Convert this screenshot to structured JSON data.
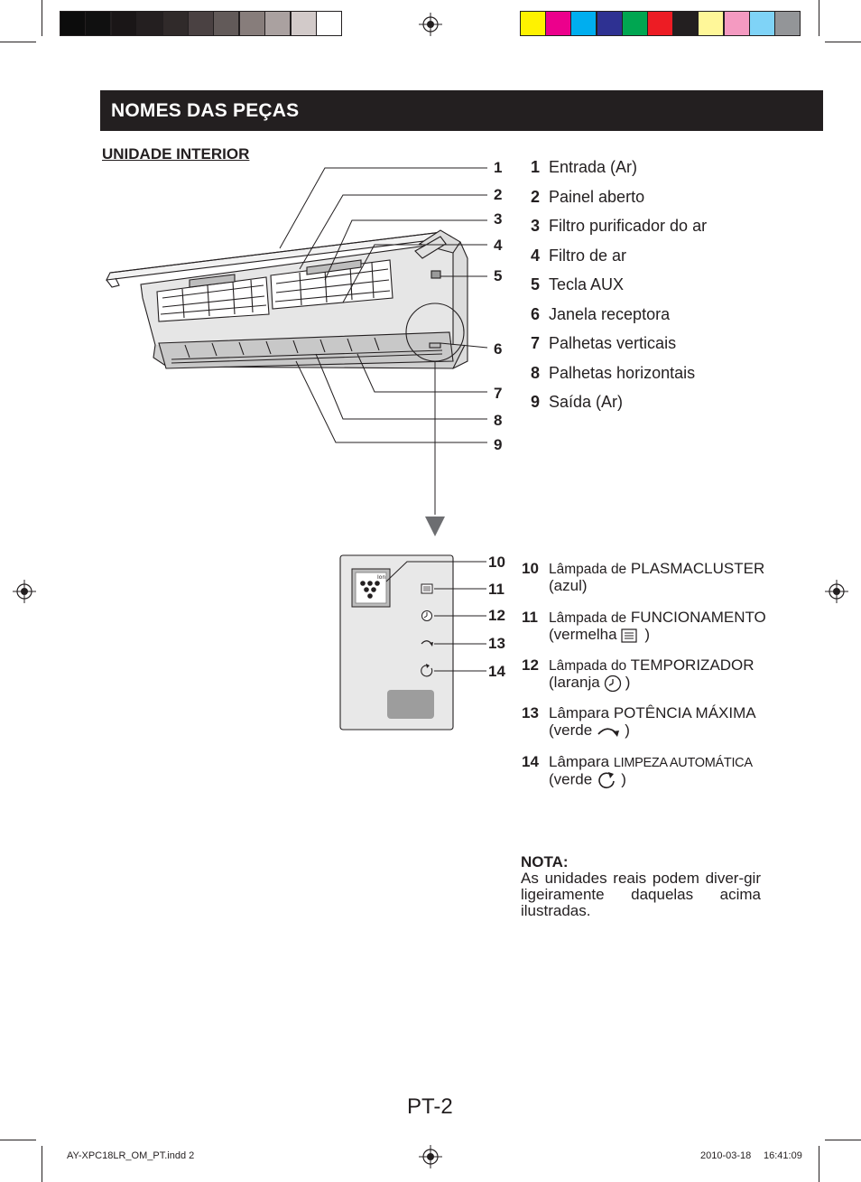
{
  "section_title": "NOMES DAS PEÇAS",
  "subheading": "UNIDADE INTERIOR",
  "callouts_top": [
    "1",
    "2",
    "3",
    "4",
    "5",
    "6",
    "7",
    "8",
    "9"
  ],
  "callouts_panel": [
    "10",
    "11",
    "12",
    "13",
    "14"
  ],
  "parts": [
    {
      "num": "1",
      "label": "Entrada (Ar)"
    },
    {
      "num": "2",
      "label": "Painel aberto"
    },
    {
      "num": "3",
      "label": "Filtro purificador do ar"
    },
    {
      "num": "4",
      "label": "Filtro de ar"
    },
    {
      "num": "5",
      "label": "Tecla AUX"
    },
    {
      "num": "6",
      "label": "Janela receptora"
    },
    {
      "num": "7",
      "label": "Palhetas verticais"
    },
    {
      "num": "8",
      "label": "Palhetas horizontais"
    },
    {
      "num": "9",
      "label": "Saída (Ar)"
    }
  ],
  "lamps": [
    {
      "num": "10",
      "pre": "Lâmpada de",
      "main": "PLASMACLUSTER",
      "color_open": "(azul)",
      "color_close": "",
      "icon": "plasmacluster-icon"
    },
    {
      "num": "11",
      "pre": "Lâmpada de",
      "main": "FUNCIONAMENTO",
      "color_open": "(vermelha",
      "color_close": ")",
      "icon": "operation-lamp-icon"
    },
    {
      "num": "12",
      "pre": "Lâmpada do",
      "main": "TEMPORIZADOR",
      "color_open": "(laranja",
      "color_close": ")",
      "icon": "timer-clock-icon"
    },
    {
      "num": "13",
      "pre": "Lâmpara",
      "main": "POTÊNCIA MÁXIMA",
      "color_open": "(verde",
      "color_close": ")",
      "icon": "full-power-icon"
    },
    {
      "num": "14",
      "pre": "Lâmpara",
      "main": "LIMPEZA AUTOMÁTICA",
      "color_open": "(verde",
      "color_close": ")",
      "icon": "auto-clean-icon"
    }
  ],
  "panel_ion_label": "Ion",
  "note": {
    "title": "NOTA:",
    "body": "As unidades reais podem diver-gir ligeiramente daquelas acima ilustradas."
  },
  "page_number": "PT-2",
  "footer": {
    "file": "AY-XPC18LR_OM_PT.indd   2",
    "date": "2010-03-18",
    "time": "16:41:09"
  },
  "colors": {
    "header_bg": "#231f20",
    "gray_swatches": [
      "#0c0c0c",
      "#101010",
      "#1a1617",
      "#241f20",
      "#302a2a",
      "#4a4142",
      "#625a59",
      "#877d7b",
      "#aaa1a0",
      "#d2cac9",
      "#ffffff"
    ],
    "color_swatches": [
      "#fff200",
      "#ec008c",
      "#00aeef",
      "#2e3192",
      "#00a651",
      "#ed1c24",
      "#231f20",
      "#fff799",
      "#f49ac1",
      "#7fd3f7",
      "#939598"
    ]
  }
}
